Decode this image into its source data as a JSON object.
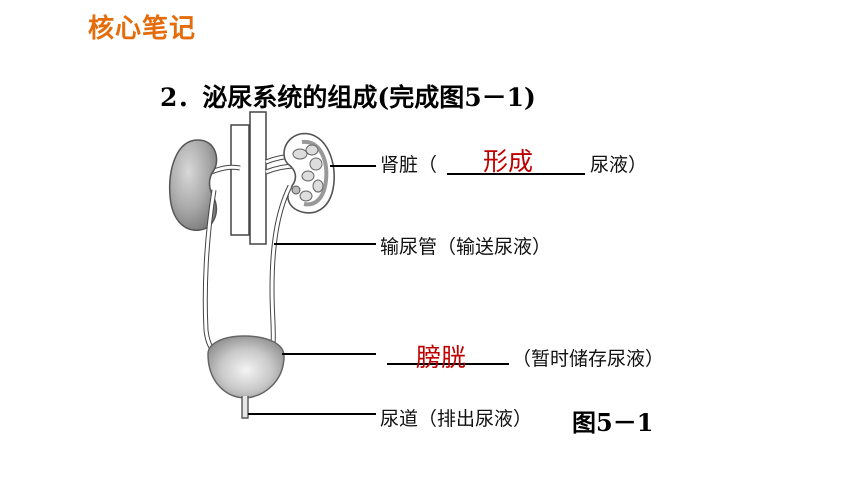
{
  "section_tag": "核心笔记",
  "heading": "2．泌尿系统的组成(完成图5－1)",
  "figure_caption": "图5－1",
  "labels": {
    "kidney_name": "肾脏（",
    "kidney_answer": "形成",
    "kidney_suffix": "尿液）",
    "ureter": "输尿管（输送尿液）",
    "bladder_answer": "膀胱",
    "bladder_suffix": "（暂时储存尿液）",
    "urethra": "尿道（排出尿液）"
  },
  "colors": {
    "section_tag": "#e46c0a",
    "answer": "#c00000"
  }
}
